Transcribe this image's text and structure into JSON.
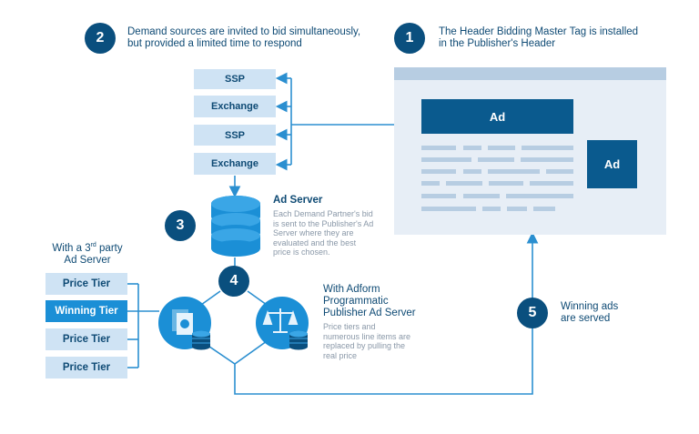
{
  "steps": [
    {
      "number": "1",
      "text_line1": "The Header Bidding Master Tag is installed",
      "text_line2": "in the Publisher's Header"
    },
    {
      "number": "2",
      "text_line1": "Demand sources are invited to bid simultaneously,",
      "text_line2": "but provided a limited time to respond"
    },
    {
      "number": "3"
    },
    {
      "number": "4"
    },
    {
      "number": "5",
      "text_line1": "Winning ads",
      "text_line2": "are served"
    }
  ],
  "demand_sources": [
    "SSP",
    "Exchange",
    "SSP",
    "Exchange"
  ],
  "ad_server": {
    "title": "Ad Server",
    "description": [
      "Each Demand Partner's bid",
      "is sent to the Publisher's Ad",
      "Server where they are",
      "evaluated and the best",
      "price is chosen."
    ]
  },
  "third_party": {
    "title_line1_prefix": "With a 3",
    "title_line1_sup": "rd",
    "title_line1_suffix": " party",
    "title_line2": "Ad Server",
    "tiers": [
      "Price Tier",
      "Winning Tier",
      "Price Tier",
      "Price Tier"
    ]
  },
  "adform": {
    "title": [
      "With Adform",
      "Programmatic",
      "Publisher Ad Server"
    ],
    "description": [
      "Price tiers and",
      "numerous line items are",
      "replaced by pulling the",
      "real price"
    ]
  },
  "publisher_page": {
    "ad_label_large": "Ad",
    "ad_label_side": "Ad"
  },
  "colors": {
    "dark_blue": "#0a4f7e",
    "bright_blue": "#1b8fd6",
    "light_blue": "#cfe3f4",
    "line_blue": "#2b8fd0"
  },
  "icons": [
    "database-icon",
    "document-icon",
    "scales-icon",
    "coin-stack-icon"
  ]
}
